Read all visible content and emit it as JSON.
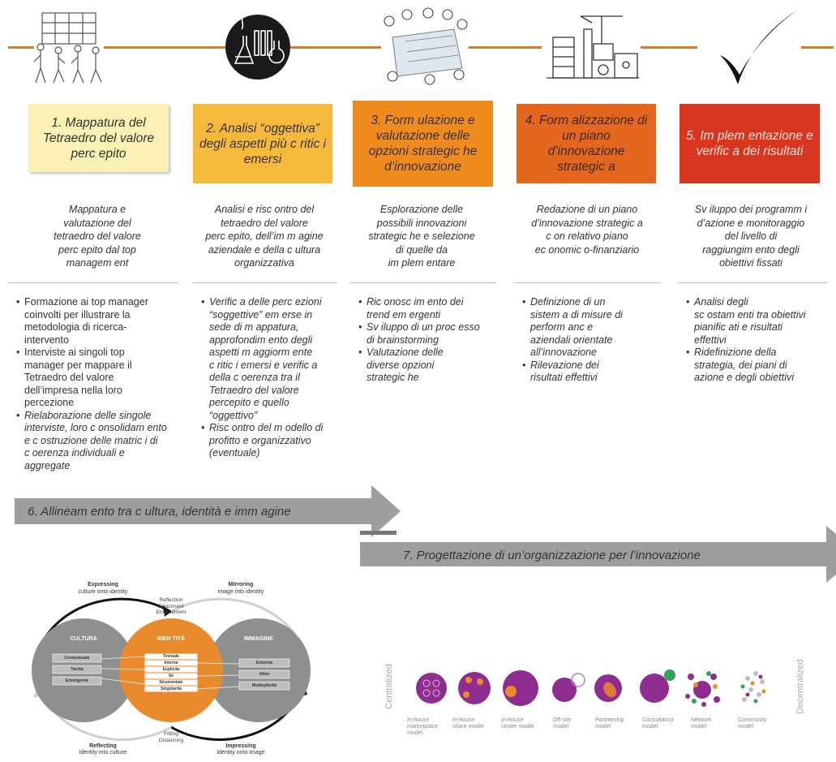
{
  "colors": {
    "line": "#e07b22",
    "phase1": "#fbf1b4",
    "phase2": "#f6b93b",
    "phase3": "#ef8a1f",
    "phase4": "#e4661f",
    "phase5": "#d9361f",
    "arrow": "#9e9e9e",
    "purple": "#8e2d8f",
    "orange_circle": "#e98a2c"
  },
  "phases": [
    {
      "title": "1. Mappatura del Tetraedro del valore perc epito",
      "icon": "people-walking-icon"
    },
    {
      "title": "2. Analisi “oggettiva” degli aspetti più c ritic i emersi",
      "icon": "lab-flasks-icon"
    },
    {
      "title": "3. Form ulazione e valutazione delle opzioni strategic he d’innovazione",
      "icon": "team-planning-icon"
    },
    {
      "title": "4. Form alizzazione di un piano d’innovazione strategic a",
      "icon": "factory-icon"
    },
    {
      "title": "5. Im plem entazione e verific a dei risultati",
      "icon": "checkmark-icon"
    }
  ],
  "descriptions": [
    "Mappatura e\nvalutazione del\ntetraedro del valore\nperc epito dal top\nmanagem ent",
    "Analisi e risc ontro del\ntetraedro del valore\nperc epito, dell’im m agine\naziendale e della c ultura\norganizzativa",
    "Esplorazione delle\npossibili innovazioni\nstrategic he e selezione\ndi quelle da\nim plem entare",
    "Redazione di un piano\nd’innovazione strategic a\nc on relativo piano\nec onomic o-finanziario",
    "Sv iluppo dei programm i\nd’azione e monitoraggio\ndel livello di\nraggiungim ento degli\nobiettivi fissati"
  ],
  "bullets": [
    [
      {
        "text": "Formazione ai top manager\ncoinvolti per illustrare la\nmetodologia di ricerca-\nintervento",
        "italic": false
      },
      {
        "text": "Interviste ai singoli top\nmanager per mappare il\nTetraedro del valore\ndell’impresa nella loro\npercezione",
        "italic": false
      },
      {
        "text": "Rielaborazione delle singole\ninterviste, loro c onsolidam ento\ne c ostruzione delle matric i di\nc oerenza individuali e\naggregate",
        "italic": true
      }
    ],
    [
      {
        "text": "Verific a delle perc ezioni\n“soggettive” em erse in\nsede di m appatura,\napprofondim ento degli\naspetti m aggiorm ente\nc ritic i emersi e verific a\ndella c oerenza tra il\nTetraedro del valore\npercepito e quello\n“oggettivo”",
        "italic": true
      },
      {
        "text": "Risc ontro del m odello di\nprofitto e organizzativo\n(eventuale)",
        "italic": true
      }
    ],
    [
      {
        "text": "Ric onosc im ento dei\ntrend em ergenti",
        "italic": true
      },
      {
        "text": "Sv iluppo di un proc esso\ndi brainstorming",
        "italic": true
      },
      {
        "text": "Valutazione delle\ndiverse opzioni\nstrategic he",
        "italic": true
      }
    ],
    [
      {
        "text": "Definizione di un\nsistem a di misure di\nperform anc e\naziendali orientate\nall’innovazione",
        "italic": true
      },
      {
        "text": "Rilevazione dei\nrisultati effettivi",
        "italic": true
      }
    ],
    [
      {
        "text": "Analisi degli\nsc ostam enti tra obiettivi\npianific ati e risultati\neffettivi",
        "italic": true
      },
      {
        "text": "Ridefinizione della\nstrategia, dei piani di\nazione e degli obiettivi",
        "italic": true
      }
    ]
  ],
  "arrows": {
    "step6": "6. Allineam ento tra c ultura, identità e imm agine",
    "step7": "7. Progettazione di un’organizzazione per l’innovazione"
  },
  "venn": {
    "expressing_title": "Expressing",
    "expressing_sub": "culture onto identity",
    "mirroring_title": "Mirroring",
    "mirroring_sub": "image into identity",
    "reflecting_title": "Reflecting",
    "reflecting_sub": "identity into culture",
    "impressing_title": "Impressing",
    "impressing_sub": "identity onto image",
    "center_top": [
      "Reflection",
      "Enactment",
      "Enforcement"
    ],
    "center_bottom": [
      "Fitting",
      "Distancing"
    ],
    "cultura_label": "CULTURA",
    "identita_label": "IDEN TITÀ",
    "immagine_label": "IMMAGINE",
    "cultura_items": [
      "Contestuale",
      "Tacita",
      "Emergente"
    ],
    "identita_items": [
      "Testuale",
      "Interna",
      "Esplicita",
      "Sé",
      "Strumentale",
      "Singolarità"
    ],
    "immagine_items": [
      "Esterna",
      "Altro",
      "Molteplicità"
    ]
  },
  "spectrum": {
    "left_label": "Centralized",
    "right_label": "Decentralized",
    "models": [
      {
        "line1": "In-house",
        "line2": "marketplace",
        "line3": "model"
      },
      {
        "line1": "In-house",
        "line2": "share model",
        "line3": ""
      },
      {
        "line1": "In-house",
        "line2": "center model",
        "line3": ""
      },
      {
        "line1": "Off-site",
        "line2": "model",
        "line3": ""
      },
      {
        "line1": "Partnership",
        "line2": "model",
        "line3": ""
      },
      {
        "line1": "Consultancy",
        "line2": "model",
        "line3": ""
      },
      {
        "line1": "Network",
        "line2": "model",
        "line3": ""
      },
      {
        "line1": "Community",
        "line2": "model",
        "line3": ""
      }
    ]
  }
}
